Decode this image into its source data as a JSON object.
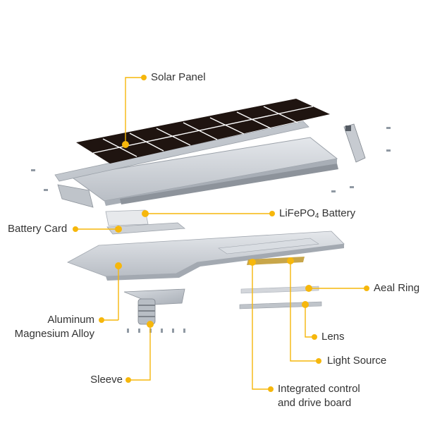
{
  "labels": {
    "solar_panel": "Solar Panel",
    "battery_prefix": "LiFePO",
    "battery_sub": "4",
    "battery_suffix": " Battery",
    "battery_card": "Battery Card",
    "aeal_ring": "Aeal Ring",
    "alloy_line1": "Aluminum",
    "alloy_line2": "Magnesium Alloy",
    "lens": "Lens",
    "light_source": "Light Source",
    "sleeve": "Sleeve",
    "board_line1": "Integrated control",
    "board_line2": "and drive board"
  },
  "colors": {
    "accent": "#F6B70C",
    "panel_cell": "#1F1410",
    "aluminum": "#C9CDD3",
    "aluminum_dark": "#8E949C",
    "text": "#333333"
  }
}
